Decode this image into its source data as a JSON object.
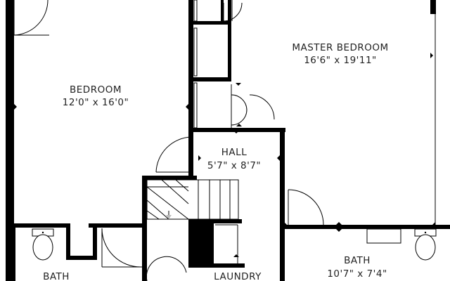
{
  "rooms": {
    "bedroom": {
      "name": "BEDROOM",
      "dims": "12'0\" x 16'0\""
    },
    "master_bedroom": {
      "name": "MASTER BEDROOM",
      "dims": "16'6\" x 19'11\""
    },
    "hall": {
      "name": "HALL",
      "dims": "5'7\" x 8'7\""
    },
    "bath_right": {
      "name": "BATH",
      "dims": "10'7\" x 7'4\""
    },
    "bath_left": {
      "name": "BATH"
    },
    "laundry": {
      "name": "LAUNDRY"
    }
  },
  "colors": {
    "wall": "#000000",
    "background": "#ffffff",
    "text": "#222222"
  }
}
